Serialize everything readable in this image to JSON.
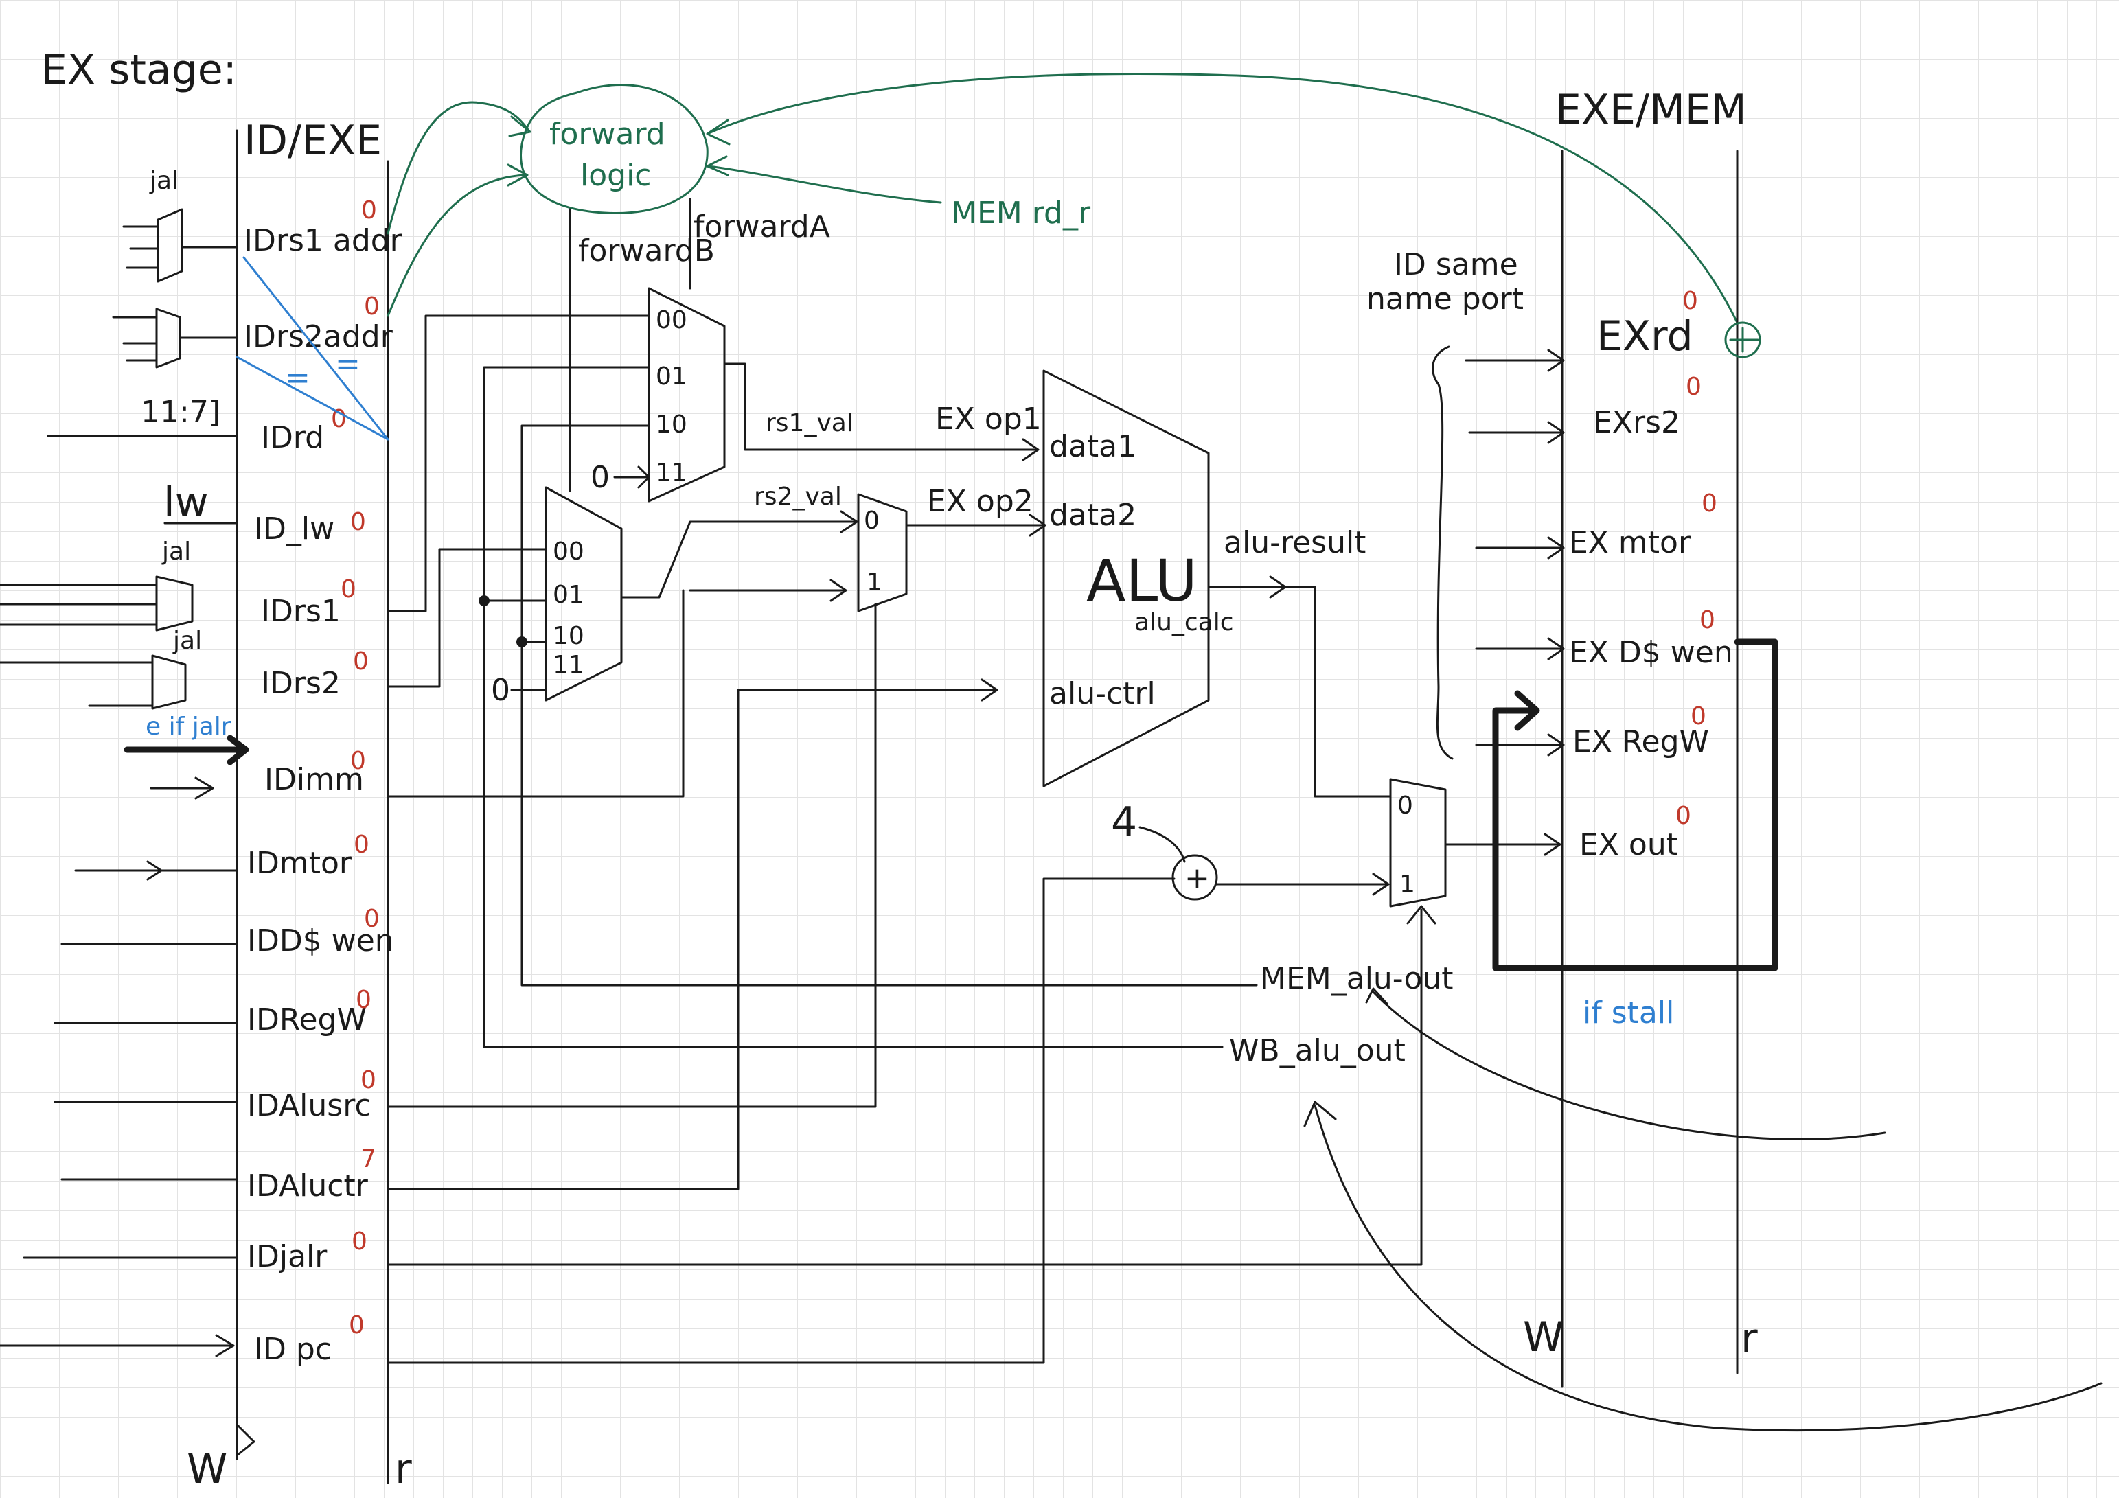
{
  "title": "EX stage:",
  "registers": {
    "id_exe": {
      "title": "ID/EXE",
      "write": "W",
      "read": "r"
    },
    "exe_mem": {
      "title": "EXE/MEM",
      "write": "W",
      "read": "r"
    }
  },
  "id_ports": [
    "IDrs1 addr",
    "IDrs2addr",
    "IDrd",
    "ID_lw",
    "IDrs1",
    "IDrs2",
    "IDimm",
    "IDmtor",
    "IDD$ wen",
    "IDRegW",
    "IDAlusrc",
    "IDAluctr",
    "IDjalr",
    "ID pc"
  ],
  "ex_ports": [
    "EXrd",
    "EXrs2",
    "EX mtor",
    "EX D$ wen",
    "EX RegW",
    "EX out"
  ],
  "mark": "0",
  "mark_aluctr": "7",
  "input_labels": {
    "jal_top": "jal",
    "jal_mid": "jal",
    "jal_low": "jal",
    "bits": "11:7]",
    "lw": "lw"
  },
  "blue_notes": {
    "eq1": "=",
    "eq2": "=",
    "if_jalr": "e if jalr",
    "if_stall": "if stall"
  },
  "forward": {
    "logic": [
      "forward",
      "logic"
    ],
    "a": "forwardA",
    "b": "forwardB",
    "mem_rd": "MEM rd_r"
  },
  "mux_sel": {
    "s00": "00",
    "s01": "01",
    "s10": "10",
    "s11": "11",
    "s0": "0",
    "s1": "1",
    "zero": "0"
  },
  "wires": {
    "rs1_val": "rs1_val",
    "rs2_val": "rs2_val",
    "ex_op1": "EX op1",
    "ex_op2": "EX op2"
  },
  "alu": {
    "name": "ALU",
    "data1": "data1",
    "data2": "data2",
    "ctrl": "alu-ctrl",
    "calc": "alu_calc",
    "result": "alu-result"
  },
  "adder": {
    "const": "4",
    "op": "+"
  },
  "feedback": {
    "mem": "MEM_alu-out",
    "wb": "WB_alu_out"
  },
  "same_port_note": [
    "ID same",
    "name port"
  ],
  "colors": {
    "ink": "#1a1a1a",
    "green": "#1f6e4e",
    "blue": "#2f7fd0",
    "red": "#c0392b",
    "grid": "#e3e3e3"
  }
}
